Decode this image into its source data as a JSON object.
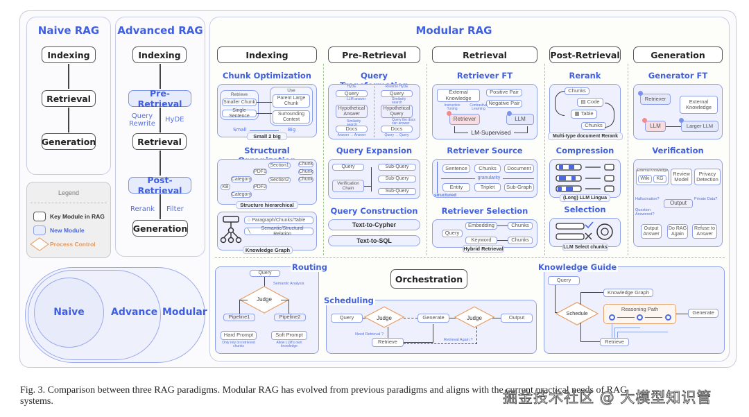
{
  "naive": {
    "title": "Naive RAG",
    "steps": [
      "Indexing",
      "Retrieval",
      "Generation"
    ]
  },
  "advanced": {
    "title": "Advanced RAG",
    "steps": [
      "Indexing",
      "Pre-Retrieval",
      "Retrieval",
      "Post-Retrieval",
      "Generation"
    ],
    "pre_labels": [
      "Query Rewrite",
      "HyDE"
    ],
    "post_labels": [
      "Rerank",
      "Filter"
    ]
  },
  "legend": {
    "title": "Legend",
    "items": [
      "Key Module in RAG",
      "New Module",
      "Process Control"
    ]
  },
  "venn": {
    "labels": [
      "Naive",
      "Advance",
      "Modular"
    ]
  },
  "modular": {
    "title": "Modular RAG",
    "columns": [
      "Indexing",
      "Pre-Retrieval",
      "Retrieval",
      "Post-Retrieval",
      "Generation"
    ],
    "indexing": {
      "chunk_opt": {
        "title": "Chunk Optimization",
        "retrieve": "Retrieve",
        "use": "Use",
        "items_left": [
          "Smaller Chunk",
          "Single Sentence"
        ],
        "items_right": [
          "Parent Large Chunk",
          "Surrounding Context"
        ],
        "small": "Small",
        "big": "Big",
        "tag": "Small 2 big"
      },
      "structural": {
        "title": "Structural Organization",
        "kb": "KB",
        "category": "Category",
        "pdf1": "PDF1",
        "pdf2": "PDF2",
        "section1": "Section1",
        "section2": "Section2",
        "chunk": "Chunk",
        "tag": "Structure hierarchical"
      },
      "kg": {
        "items": [
          "Paragraph/Chunks/Table",
          "Semantic/Structural Relation"
        ],
        "tag": "Knowledge Graph"
      }
    },
    "pre_retrieval": {
      "qt": {
        "title": "Query Transformation",
        "left_label": "HyDE",
        "right_label": "Reverse HyDE",
        "query": "Query",
        "hyp_answer": "Hypothetical Answer",
        "hyp_query": "Hypothetical Query",
        "docs": "Docs",
        "llm_answer": "LLM answer",
        "sim_search": "Similarity search",
        "query_docs": "Query the docs can answer",
        "ans_ans": "Answer → Answer",
        "q_q": "Query → Query"
      },
      "qe": {
        "title": "Query Expansion",
        "query": "Query",
        "chain": "Verification Chain",
        "sub": "Sub-Query"
      },
      "qc": {
        "title": "Query Construction",
        "items": [
          "Text-to-Cypher",
          "Text-to-SQL"
        ]
      }
    },
    "retrieval": {
      "ft": {
        "title": "Retriever FT",
        "ext": "External Knowledge",
        "pos": "Positive Pair",
        "neg": "Negative Pair",
        "retriever": "Retriever",
        "llm": "LLM",
        "sup": "LM-Supervised",
        "inst": "Instruction Tuning",
        "contrast": "Contrastive Learning"
      },
      "source": {
        "title": "Retriever Source",
        "row1": [
          "Sentence",
          "Chunks",
          "Document"
        ],
        "row2": [
          "Entity",
          "Triplet",
          "Sub-Graph"
        ],
        "granularity": "granularity",
        "structured": "structured"
      },
      "selection": {
        "title": "Retriever Selection",
        "query": "Query",
        "embedding": "Embedding",
        "keyword": "Keyword",
        "chunks": "Chunks",
        "tag": "Hybrid Retrieval"
      }
    },
    "post_retrieval": {
      "rerank": {
        "title": "Rerank",
        "items": [
          "Chunks",
          "Code",
          "Table",
          "Chunks"
        ],
        "tag": "Multi-type document Rerank"
      },
      "compression": {
        "title": "Compression",
        "tag": "(Long) LLM Lingua"
      },
      "selection": {
        "title": "Selection",
        "tag": "LLM Select chunks"
      }
    },
    "generation": {
      "ft": {
        "title": "Generator FT",
        "retriever": "Retriever",
        "ext": "External Knowledge",
        "llm": "LLM",
        "larger": "Larger LLM"
      },
      "verification": {
        "title": "Verification",
        "ext": "External Knowledge",
        "wiki": "Wiki",
        "kg": "KG",
        "review": "Review Model",
        "privacy": "Privacy Detection",
        "output": "Output",
        "halluc": "Hallucination?",
        "private": "Private Data?",
        "answered": "Question Answered?",
        "outs": [
          "Output Answer",
          "Do RAG Again",
          "Refuse to Answer"
        ]
      }
    },
    "orchestration": {
      "title": "Orchestration",
      "routing": {
        "title": "Routing",
        "query": "Query",
        "semantic": "Semantic Analysis",
        "judge": "Judge",
        "p1": "Pipeline1",
        "p2": "Pipeline2",
        "hard": "Hard Prompt",
        "soft": "Soft Prompt",
        "hard_note": "Only rely on retrieved chunks",
        "soft_note": "Allow LLM's own knowledge"
      },
      "scheduling": {
        "title": "Scheduling",
        "query": "Query",
        "judge": "Judge",
        "generate": "Generate",
        "output": "Output",
        "retrieve": "Retrieve",
        "need": "Need Retrieval ?",
        "again": "Retrieval Again ?"
      },
      "kguide": {
        "title": "Knowledge Guide",
        "query": "Query",
        "kg": "Knowledge Graph",
        "schedule": "Schedule",
        "path": "Reasoning Path",
        "generate": "Generate",
        "retrieve": "Retrieve"
      }
    }
  },
  "caption": {
    "line1": "Fig. 3.  Comparison between three RAG paradigms. Modular RAG has evolved from previous paradigms and aligns with the current practical needs of RAG",
    "line2": "systems."
  },
  "watermark": "掘金技术社区 @ 大模型知识管"
}
